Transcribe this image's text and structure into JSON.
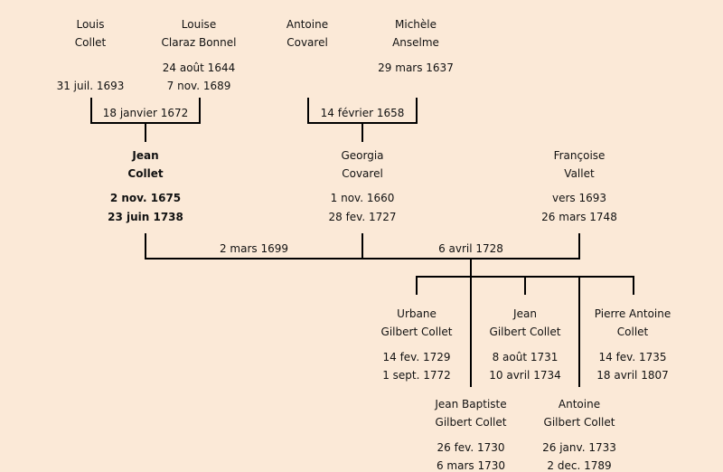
{
  "colors": {
    "background": "#fbe9d7",
    "lines": "#000000"
  },
  "generation1": [
    {
      "first": "Louis",
      "last": "Collet",
      "birth": "",
      "death": "31 juil. 1693"
    },
    {
      "first": "Louise",
      "last": "Claraz Bonnel",
      "birth": "24 août 1644",
      "death": "7 nov. 1689"
    },
    {
      "first": "Antoine",
      "last": "Covarel",
      "birth": "",
      "death": ""
    },
    {
      "first": "Michèle",
      "last": "Anselme",
      "birth": "29 mars 1637",
      "death": ""
    }
  ],
  "marriages1": [
    "18 janvier 1672",
    "14 février 1658"
  ],
  "generation2": [
    {
      "first": "Jean",
      "last": "Collet",
      "birth": "2 nov. 1675",
      "death": "23 juin 1738"
    },
    {
      "first": "Georgia",
      "last": "Covarel",
      "birth": "1 nov. 1660",
      "death": "28 fev. 1727"
    },
    {
      "first": "Françoise",
      "last": "Vallet",
      "birth": "vers 1693",
      "death": "26 mars 1748"
    }
  ],
  "marriages2": [
    "2 mars 1699",
    "6 avril 1728"
  ],
  "children": [
    {
      "first": "Urbane",
      "last": "Gilbert Collet",
      "birth": "14 fev. 1729",
      "death": "1 sept. 1772"
    },
    {
      "first": "Jean",
      "last": "Gilbert Collet",
      "birth": "8 août 1731",
      "death": "10 avril 1734"
    },
    {
      "first": "Pierre Antoine",
      "last": "Collet",
      "birth": "14 fev. 1735",
      "death": "18 avril 1807"
    },
    {
      "first": "Jean Baptiste",
      "last": "Gilbert Collet",
      "birth": "26 fev. 1730",
      "death": "6 mars 1730"
    },
    {
      "first": "Antoine",
      "last": "Gilbert Collet",
      "birth": "26 janv. 1733",
      "death": "2 dec. 1789"
    }
  ]
}
